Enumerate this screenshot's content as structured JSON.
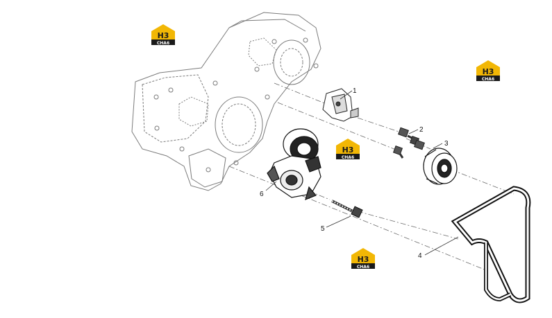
{
  "callouts": [
    {
      "id": "1",
      "label": "1"
    },
    {
      "id": "2",
      "label": "2"
    },
    {
      "id": "3",
      "label": "3"
    },
    {
      "id": "4",
      "label": "4"
    },
    {
      "id": "5",
      "label": "5"
    },
    {
      "id": "6",
      "label": "6"
    }
  ],
  "watermark": {
    "top_text": "H3",
    "bottom_text": "CHA6",
    "accent_color": "#f2b705",
    "dark_color": "#1a1a1a"
  },
  "colors": {
    "line": "#6b6b6b",
    "part": "#222222",
    "belt": "#111111"
  }
}
